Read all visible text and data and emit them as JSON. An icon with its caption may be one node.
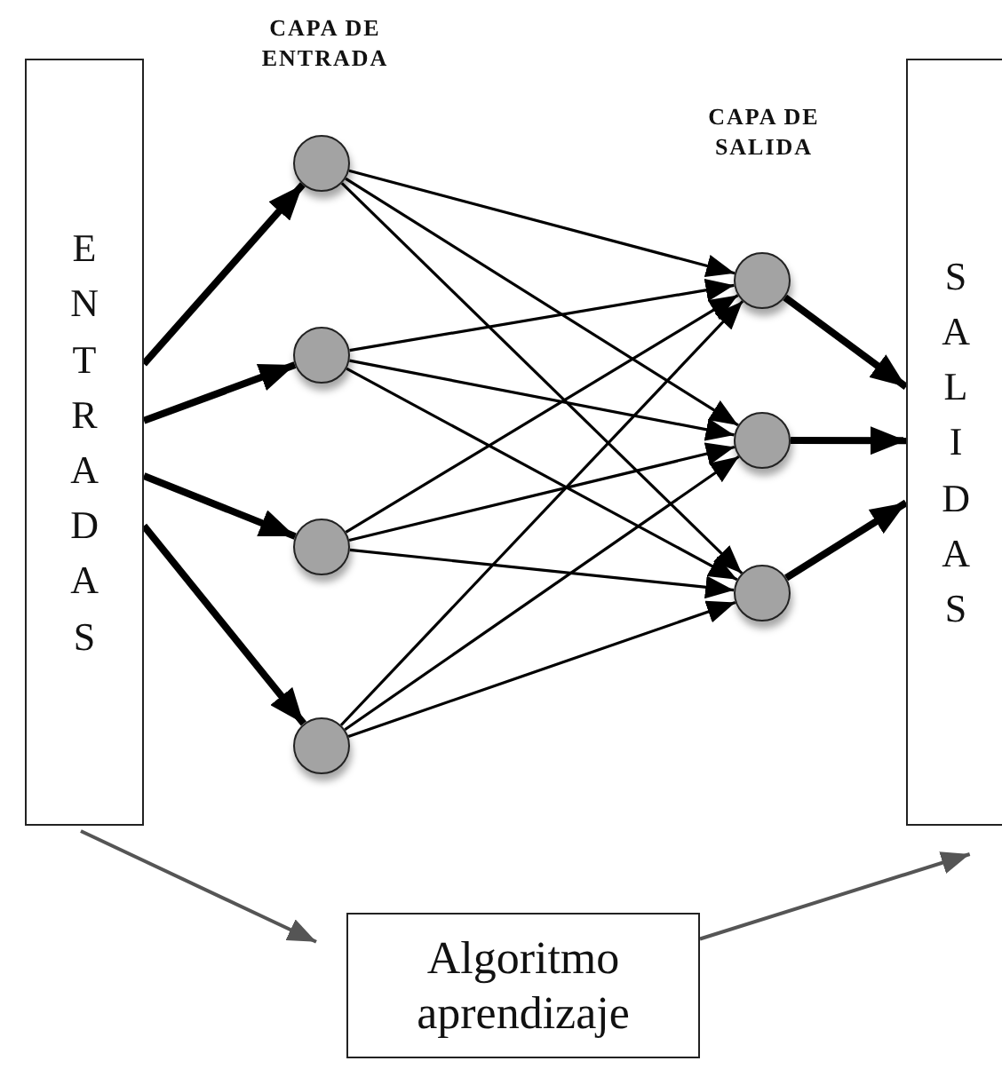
{
  "diagram": {
    "nodes": [
      {
        "text": [
          "ENTRADAS"
        ]
      },
      {
        "text": [],
        "shape": "circle"
      },
      {
        "text": [],
        "shape": "circle"
      },
      {
        "text": [],
        "shape": "circle"
      },
      {
        "text": [],
        "shape": "circle"
      },
      {
        "text": [],
        "shape": "circle"
      },
      {
        "text": [],
        "shape": "circle"
      },
      {
        "text": [],
        "shape": "circle"
      },
      {
        "text": [
          "SALIDAS"
        ]
      },
      {
        "text": [
          "Algoritmo aprendizaje"
        ]
      }
    ],
    "edges": [
      {
        "from": 0,
        "to": 1,
        "arrow": "to",
        "style": "thick"
      },
      {
        "from": 0,
        "to": 2,
        "arrow": "to",
        "style": "thick"
      },
      {
        "from": 0,
        "to": 3,
        "arrow": "to",
        "style": "thick"
      },
      {
        "from": 0,
        "to": 4,
        "arrow": "to",
        "style": "thick"
      },
      {
        "from": 1,
        "to": 5,
        "arrow": "to"
      },
      {
        "from": 1,
        "to": 6,
        "arrow": "to"
      },
      {
        "from": 1,
        "to": 7,
        "arrow": "to"
      },
      {
        "from": 2,
        "to": 5,
        "arrow": "to"
      },
      {
        "from": 2,
        "to": 6,
        "arrow": "to"
      },
      {
        "from": 2,
        "to": 7,
        "arrow": "to"
      },
      {
        "from": 3,
        "to": 5,
        "arrow": "to"
      },
      {
        "from": 3,
        "to": 6,
        "arrow": "to"
      },
      {
        "from": 3,
        "to": 7,
        "arrow": "to"
      },
      {
        "from": 4,
        "to": 5,
        "arrow": "to"
      },
      {
        "from": 4,
        "to": 6,
        "arrow": "to"
      },
      {
        "from": 4,
        "to": 7,
        "arrow": "to"
      },
      {
        "from": 5,
        "to": 8,
        "arrow": "to",
        "style": "thick"
      },
      {
        "from": 6,
        "to": 8,
        "arrow": "to",
        "style": "thick"
      },
      {
        "from": 7,
        "to": 8,
        "arrow": "to",
        "style": "thick"
      },
      {
        "from": 0,
        "to": 9,
        "arrow": "to",
        "color": "#555555"
      },
      {
        "from": 9,
        "to": 8,
        "arrow": "to",
        "color": "#555555"
      }
    ],
    "labels": [
      "CAPA DE ENTRADA",
      "CAPA DE SALIDA"
    ]
  }
}
